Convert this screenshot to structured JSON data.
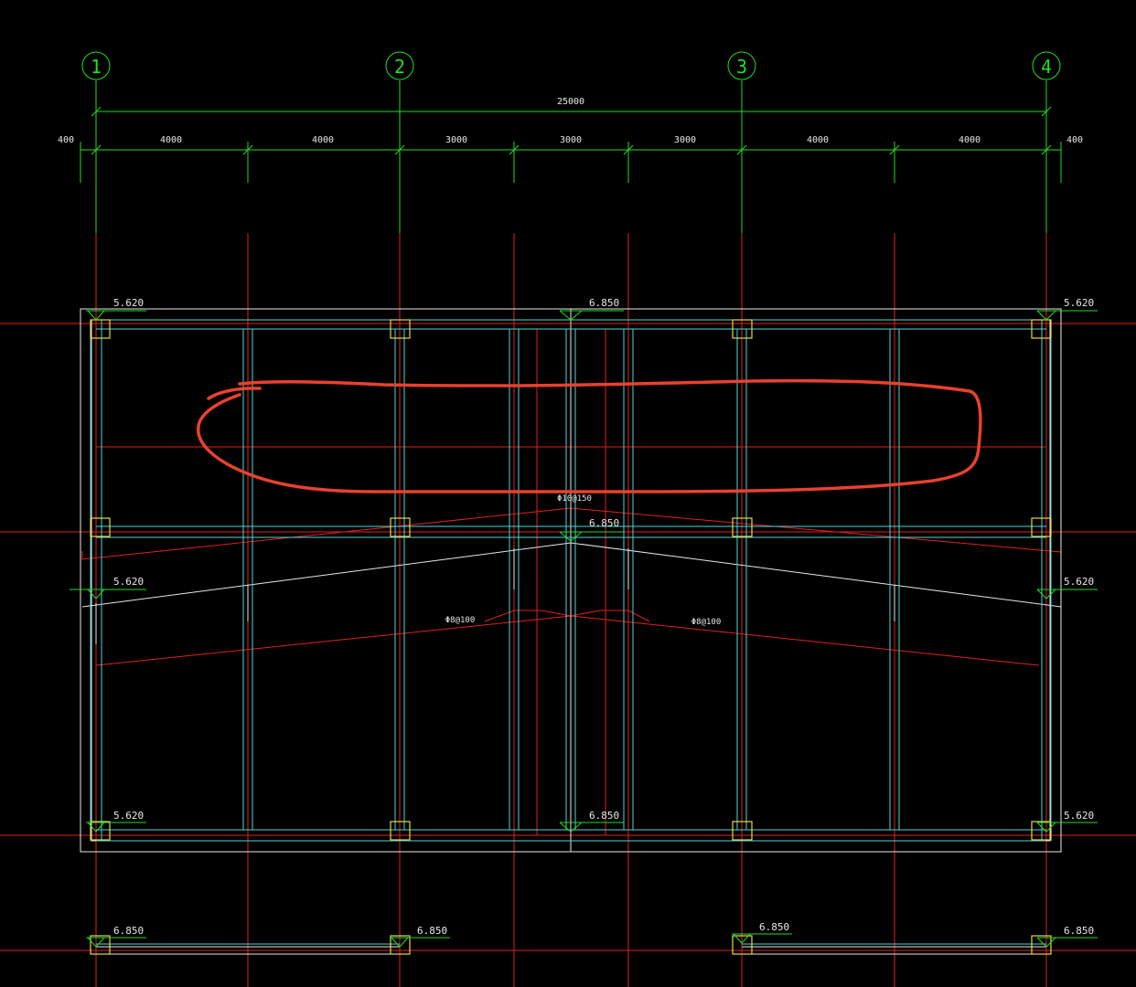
{
  "grid_axes": [
    "1",
    "2",
    "3",
    "4"
  ],
  "overall_dimension": "25000",
  "segment_dimensions": [
    "400",
    "4000",
    "4000",
    "3000",
    "3000",
    "3000",
    "4000",
    "4000",
    "400"
  ],
  "elevations": {
    "top_left": "5.620",
    "top_center": "6.850",
    "top_right": "5.620",
    "mid_center": "6.850",
    "mid_left": "5.620",
    "mid_right": "5.620",
    "bottom_left": "5.620",
    "bottom_center": "6.850",
    "bottom_right": "5.620",
    "lower_1": "6.850",
    "lower_2": "6.850",
    "lower_3": "6.850",
    "lower_4": "6.850"
  },
  "rebar_labels": {
    "top": "Φ10@150",
    "left": "Φ8@100",
    "right": "Φ8@100"
  },
  "colors": {
    "background": "#000000",
    "dimension_green": "#22dd22",
    "axis_red": "#e02020",
    "beam_cyan": "#4fd6d6",
    "outline_white": "#e8e8e8",
    "column_yellow": "#e6d94a",
    "annotation_red": "#e8412f"
  }
}
